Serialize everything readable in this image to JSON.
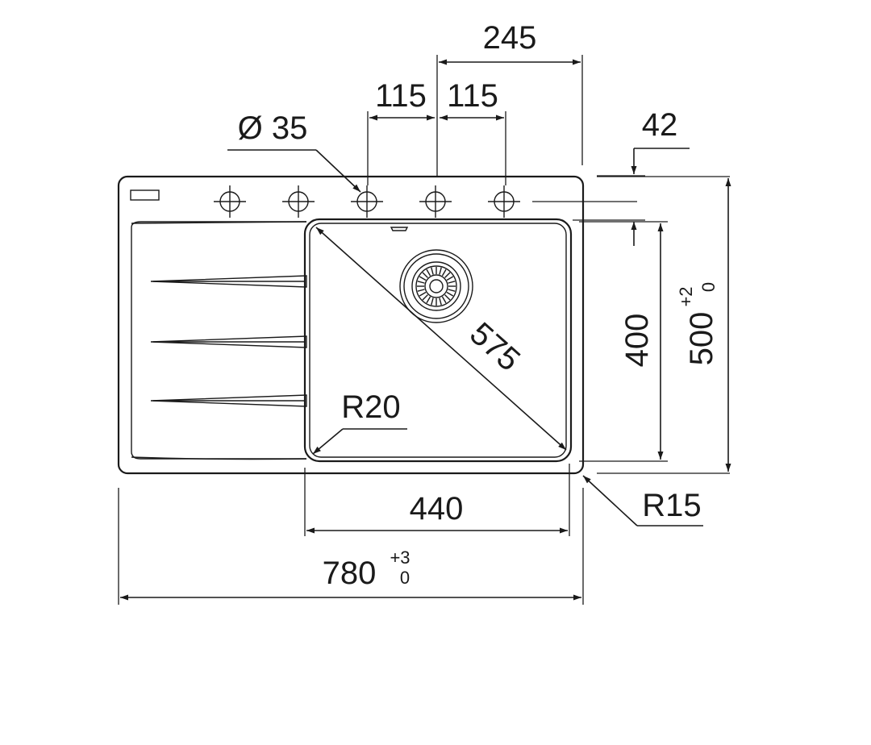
{
  "dimensions": {
    "d245": "245",
    "d115_left": "115",
    "d115_right": "115",
    "hole_diameter": "Ø 35",
    "d42": "42",
    "d575": "575",
    "d400": "400",
    "d500": "500",
    "d500_tol_upper": "+2",
    "d500_tol_lower": "0",
    "r20": "R20",
    "r15": "R15",
    "d440": "440",
    "d780": "780",
    "d780_tol_upper": "+3",
    "d780_tol_lower": "0"
  }
}
